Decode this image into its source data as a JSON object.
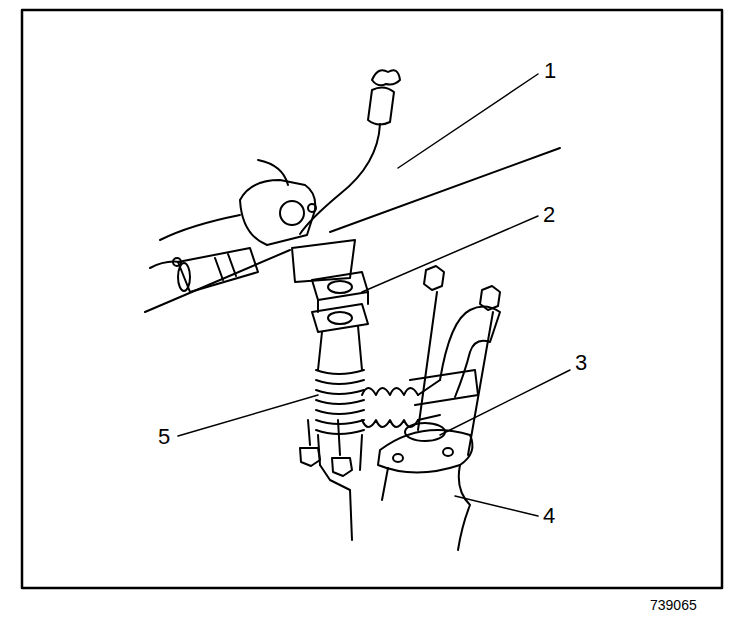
{
  "diagram": {
    "labels": [
      "1",
      "2",
      "3",
      "4",
      "5",
      "739065"
    ]
  }
}
